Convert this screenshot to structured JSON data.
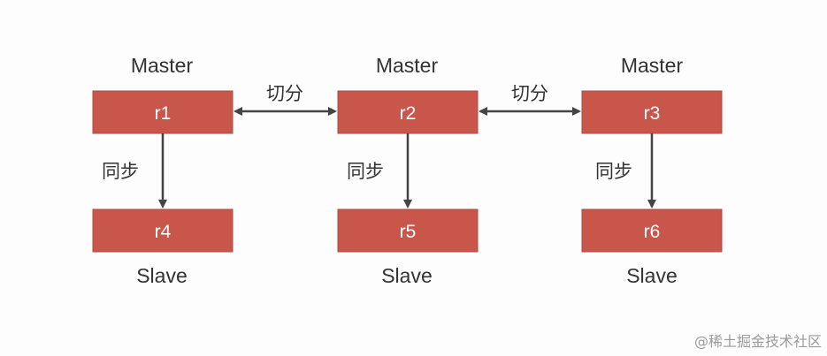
{
  "colors": {
    "node_fill": "#c9564a",
    "node_stroke": "#b04a3f",
    "arrow": "#444444",
    "text": "#333333"
  },
  "masters": {
    "role_label": "Master",
    "nodes": [
      {
        "id": "r1",
        "label": "r1"
      },
      {
        "id": "r2",
        "label": "r2"
      },
      {
        "id": "r3",
        "label": "r3"
      }
    ]
  },
  "slaves": {
    "role_label": "Slave",
    "nodes": [
      {
        "id": "r4",
        "label": "r4"
      },
      {
        "id": "r5",
        "label": "r5"
      },
      {
        "id": "r6",
        "label": "r6"
      }
    ]
  },
  "edges": {
    "shard_label": "切分",
    "sync_label": "同步"
  },
  "watermark": "@稀土掘金技术社区"
}
